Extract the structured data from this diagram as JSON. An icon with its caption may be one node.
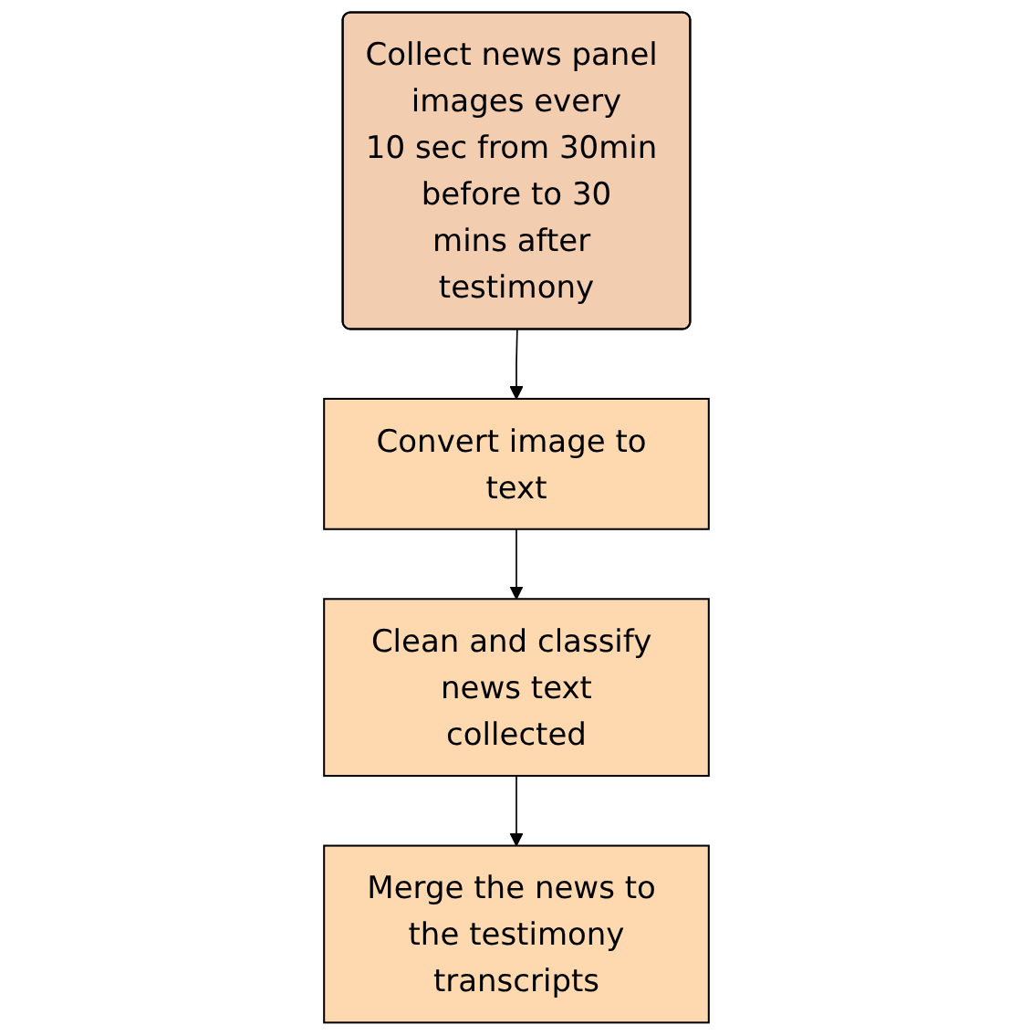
{
  "diagram": {
    "nodes": [
      {
        "text": [
          "Collect news panel images every 10 sec from 30min before to 30 mins after testimony"
        ]
      },
      {
        "text": [
          "Convert image to text"
        ]
      },
      {
        "text": [
          "Clean and classify news text collected"
        ]
      },
      {
        "text": [
          "Merge the news to the testimony transcripts"
        ]
      }
    ],
    "edges": [
      {
        "from": 0,
        "to": 1,
        "arrow": "to"
      },
      {
        "from": 1,
        "to": 2,
        "arrow": "to"
      },
      {
        "from": 2,
        "to": 3,
        "arrow": "to"
      }
    ]
  }
}
